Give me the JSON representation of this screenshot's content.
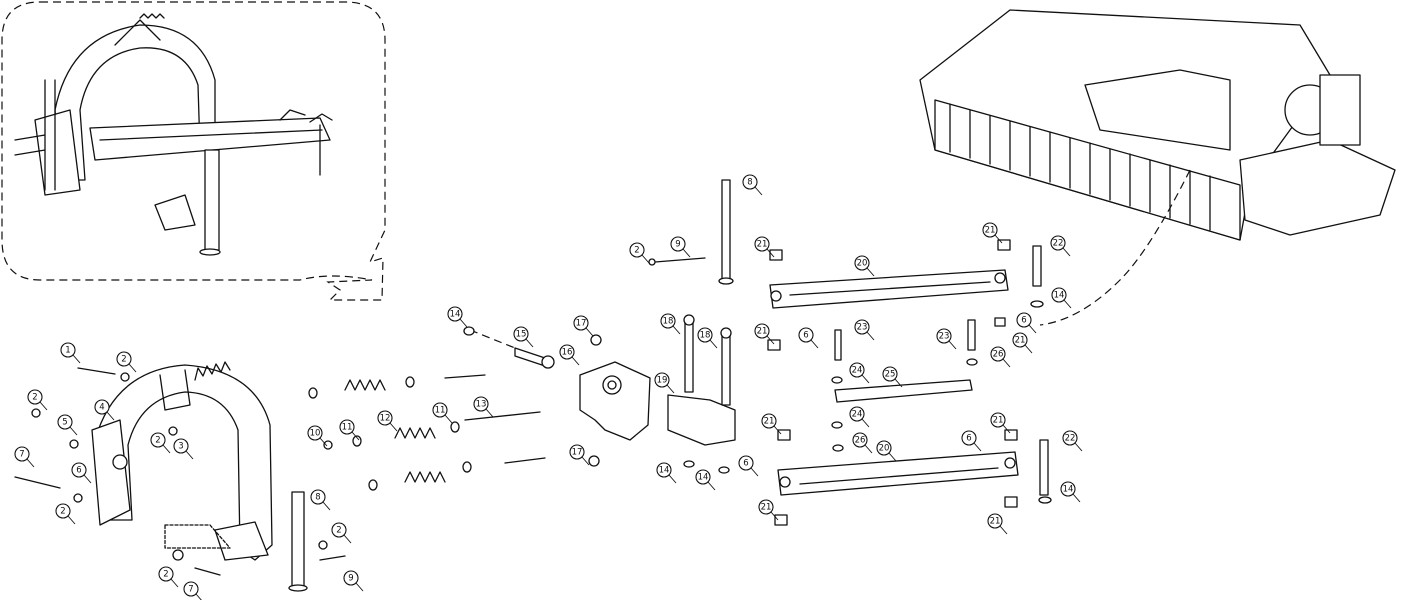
{
  "diagram": {
    "type": "exploded parts diagram",
    "callouts": [
      "1",
      "2",
      "2",
      "4",
      "5",
      "2",
      "3",
      "6",
      "7",
      "2",
      "2",
      "7",
      "8",
      "2",
      "9",
      "14",
      "15",
      "16",
      "17",
      "12",
      "11",
      "10",
      "11",
      "13",
      "17",
      "18",
      "18",
      "19",
      "14",
      "14",
      "8",
      "2",
      "9",
      "21",
      "20",
      "21",
      "22",
      "14",
      "6",
      "21",
      "21",
      "6",
      "23",
      "23",
      "26",
      "24",
      "25",
      "24",
      "26",
      "21",
      "6",
      "21",
      "22",
      "6",
      "20",
      "14",
      "21",
      "21"
    ]
  }
}
